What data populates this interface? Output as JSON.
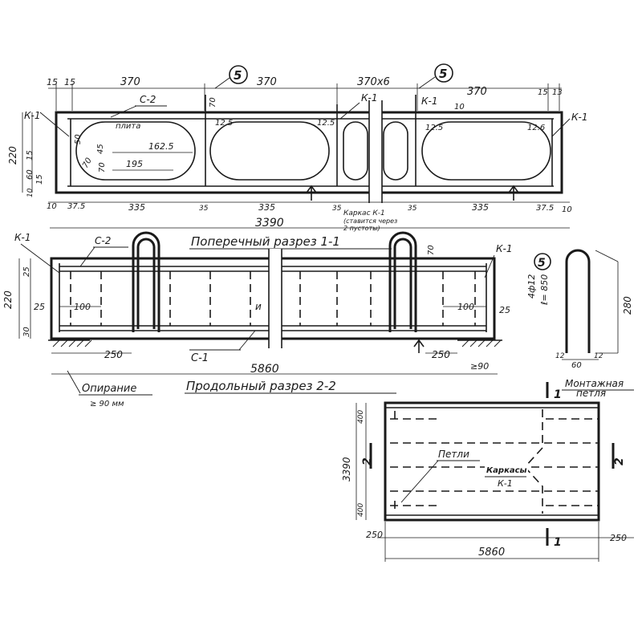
{
  "cross_section": {
    "title": "Поперечный разрез 1-1",
    "top_dims": [
      "15",
      "15",
      "370",
      "370",
      "370х6",
      "370",
      "15",
      "13"
    ],
    "bottom_dims": [
      "10",
      "37.5",
      "335",
      "35",
      "335",
      "35",
      "35",
      "335",
      "37.5",
      "10"
    ],
    "total_width": "3390",
    "left_heights": [
      "220",
      "15",
      "60",
      "15",
      "10"
    ],
    "void_labels": [
      "12.5",
      "12.5",
      "12.5",
      "12.6"
    ],
    "void_dims": [
      "50",
      "45",
      "70",
      "70",
      "162.5",
      "195"
    ],
    "labels": {
      "k1_left": "К-1",
      "c2": "С-2",
      "k1_mid": "К-1",
      "k1_mid2": "К-1",
      "k1_right": "К-1",
      "slab": "плита",
      "ten": "10",
      "seventy": "70"
    },
    "cage_note": [
      "Каркас К-1",
      "(ставится через",
      "2 пустоты)"
    ],
    "callout": "5"
  },
  "long_section": {
    "title": "Продольный разрез 2-2",
    "labels": {
      "k1_left": "К-1",
      "c2": "С-2",
      "c1": "С-1",
      "k1_right": "К-1",
      "break": "и"
    },
    "left_heights": [
      "220",
      "25",
      "25",
      "30"
    ],
    "inner_dims": [
      "100",
      "100",
      "25",
      "70"
    ],
    "support_dims": [
      "250",
      "250",
      "≥90"
    ],
    "total_length": "5860",
    "support_note": "Опирание",
    "support_value": "≥ 90 мм"
  },
  "loop_detail": {
    "callout": "5",
    "rebar": "4ф12",
    "length": "ℓ= 850",
    "height": "280",
    "dims": [
      "12",
      "60",
      "12"
    ],
    "title_line1": "Монтажная",
    "title_line2": "петля"
  },
  "plan": {
    "height": "3390",
    "top_dim": "400",
    "bottom_dim": "400",
    "label_loops": "Петли",
    "label_cages_1": "Каркасы",
    "label_cages_2": "К-1",
    "end_dims": [
      "250",
      "250"
    ],
    "length": "5860",
    "section_mark_left": "2",
    "section_mark_right": "2",
    "section_mark_top": "1",
    "section_mark_bottom": "1"
  }
}
